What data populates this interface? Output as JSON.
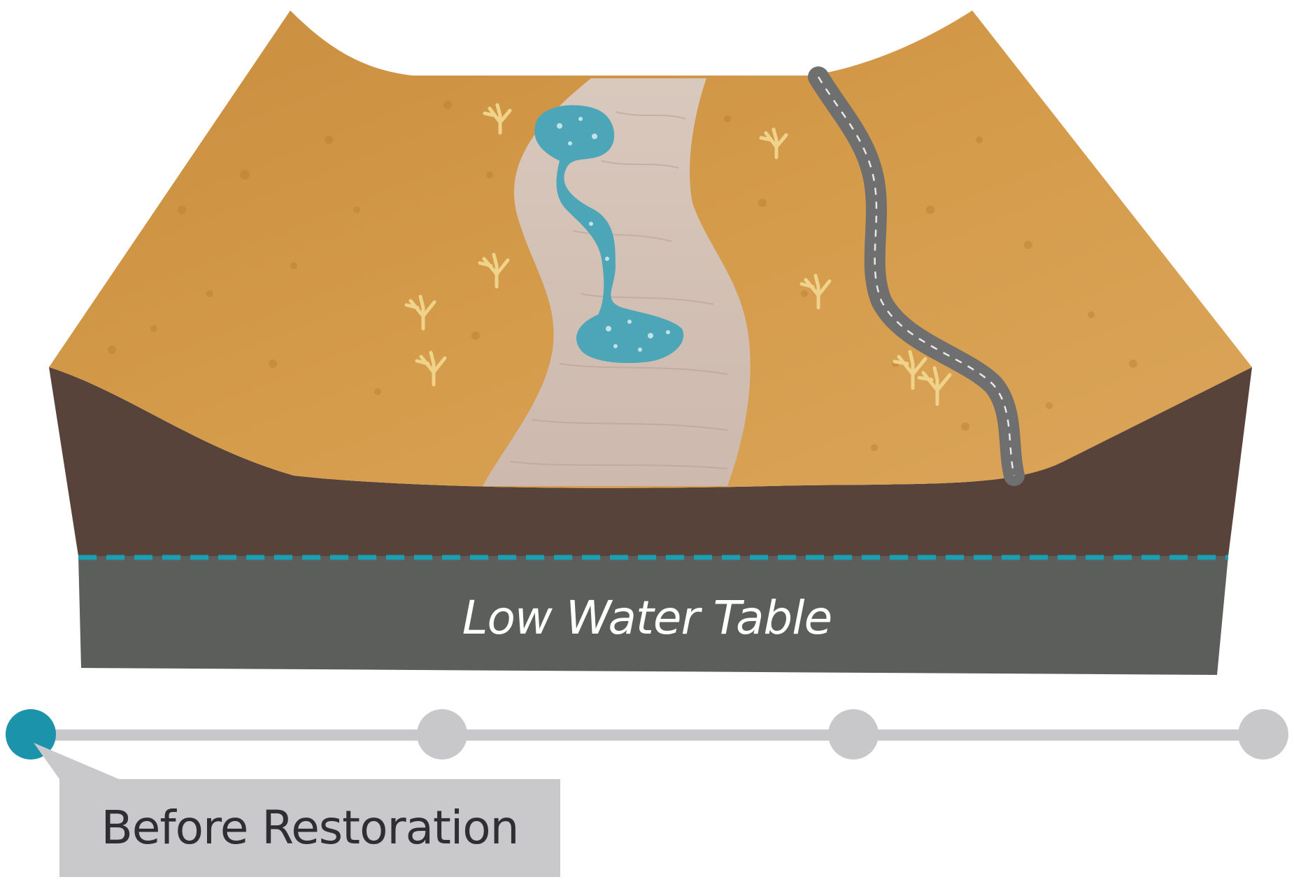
{
  "diagram": {
    "water_table_label": "Low Water Table",
    "colors": {
      "ground_surface": "#d7a14e",
      "soil_layer": "#57433a",
      "bedrock_layer": "#5c5e5b",
      "water_table_line": "#1b9fb3",
      "water": "#4da5b8",
      "dry_channel": "#d6c3b8",
      "road": "#7a7a7a"
    },
    "icons": {
      "trees": "dead-tree-icon",
      "road": "road-icon",
      "pools": "water-pool-icon"
    }
  },
  "timeline": {
    "stops": 4,
    "active_index": 0,
    "active_label": "Before Restoration",
    "colors": {
      "active": "#1b93ab",
      "inactive": "#c8c8ca",
      "label_bg": "#c9c9cb"
    }
  }
}
